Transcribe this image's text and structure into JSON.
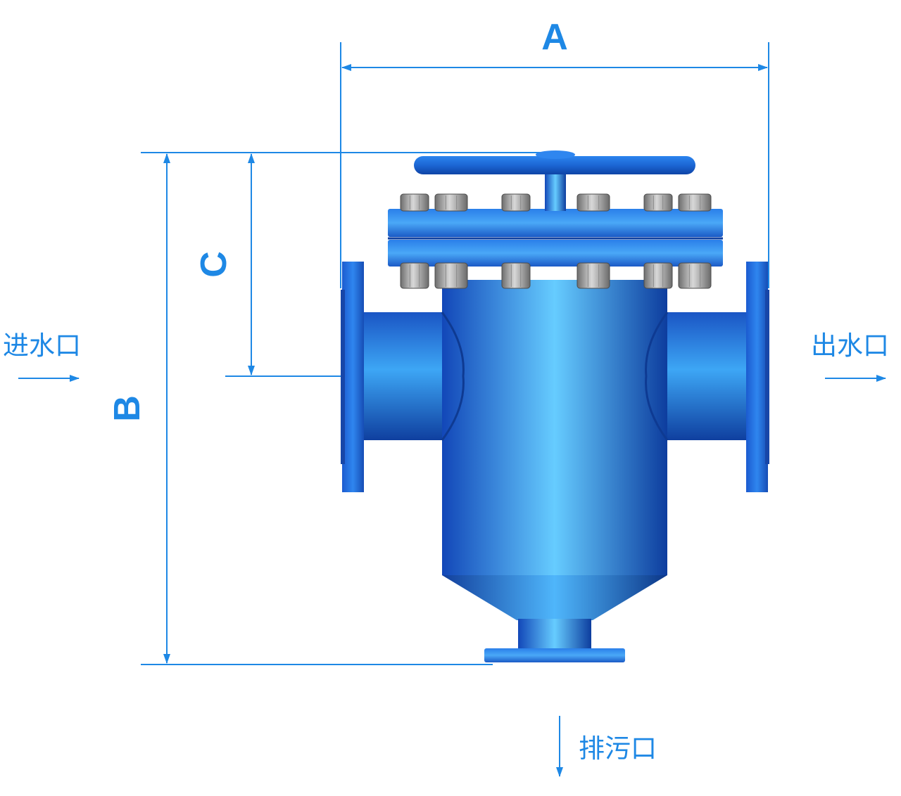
{
  "dimensions": {
    "a_label": "A",
    "b_label": "B",
    "c_label": "C"
  },
  "ports": {
    "inlet_label": "进水口",
    "outlet_label": "出水口",
    "drain_label": "排污口"
  },
  "colors": {
    "dimension_line": "#1e88e5",
    "body_blue": "#1f6fe0",
    "bolt_gray": "#9e9e9e"
  }
}
